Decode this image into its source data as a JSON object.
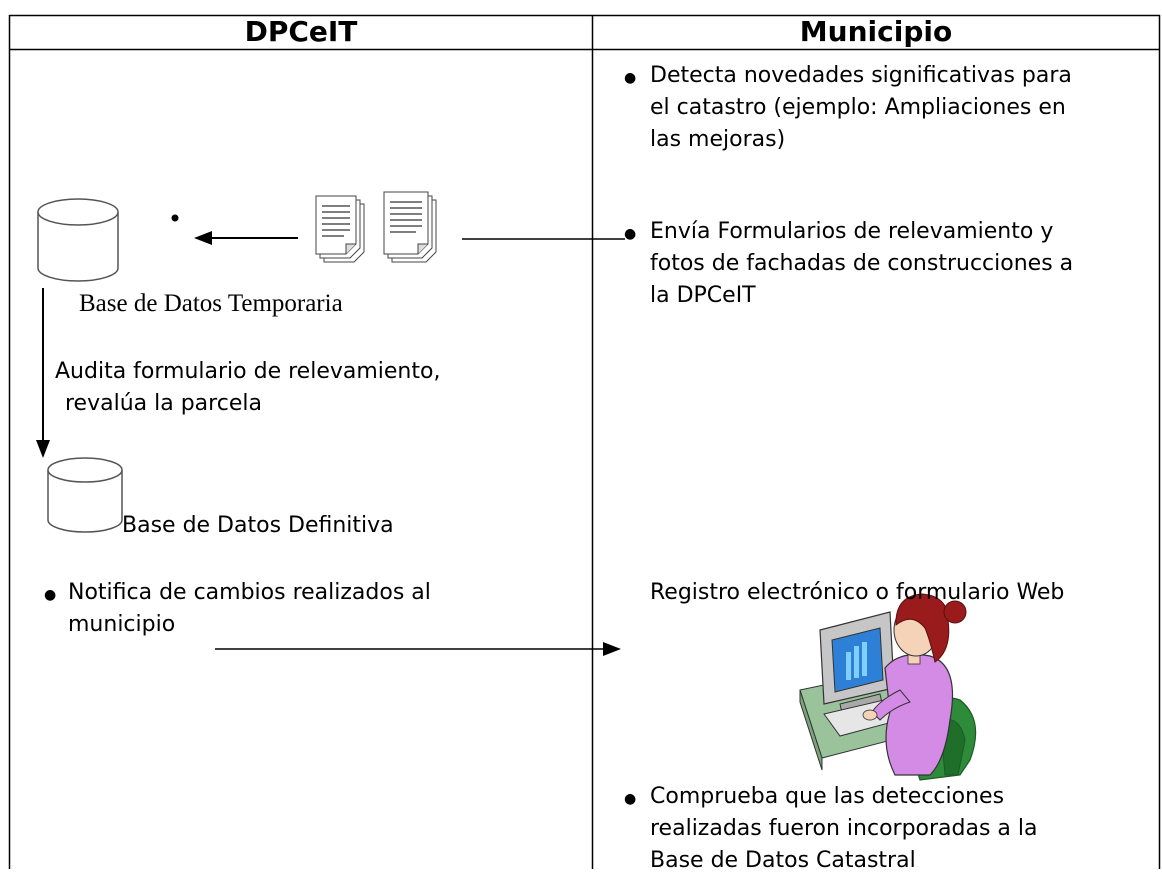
{
  "headers": {
    "left": "DPCeIT",
    "right": "Municipio"
  },
  "left": {
    "db_temp_label": "Base de Datos Temporaria",
    "audit_line1": "Audita formulario de relevamiento,",
    "audit_line2": "revalúa la parcela",
    "db_def_label": "Base de Datos Definitiva",
    "notify_line1": "Notifica de cambios realizados al",
    "notify_line2": "municipio"
  },
  "right": {
    "detect_line1": "Detecta novedades significativas para",
    "detect_line2": "el catastro (ejemplo: Ampliaciones en",
    "detect_line3": "las mejoras)",
    "send_line1": "Envía Formularios de relevamiento y",
    "send_line2": "fotos de fachadas de construcciones  a",
    "send_line3": "la DPCeIT",
    "registro": "Registro electrónico o formulario Web",
    "check_line1": "Comprueba que las detecciones",
    "check_line2": "realizadas fueron incorporadas a la",
    "check_line3": "Base de Datos Catastral"
  },
  "colors": {
    "border": "#000000",
    "cylinder": "#555555",
    "shirt": "#d38be6",
    "hair": "#9a1b1b",
    "skin": "#f5d3b8",
    "monitor": "#c6c6c6",
    "screen": "#2e7fd6",
    "chair": "#2e8b3a",
    "desk": "#9bc39b"
  },
  "icons": [
    "database-temporal-icon",
    "database-definitive-icon",
    "documents-icon",
    "person-computer-icon"
  ]
}
